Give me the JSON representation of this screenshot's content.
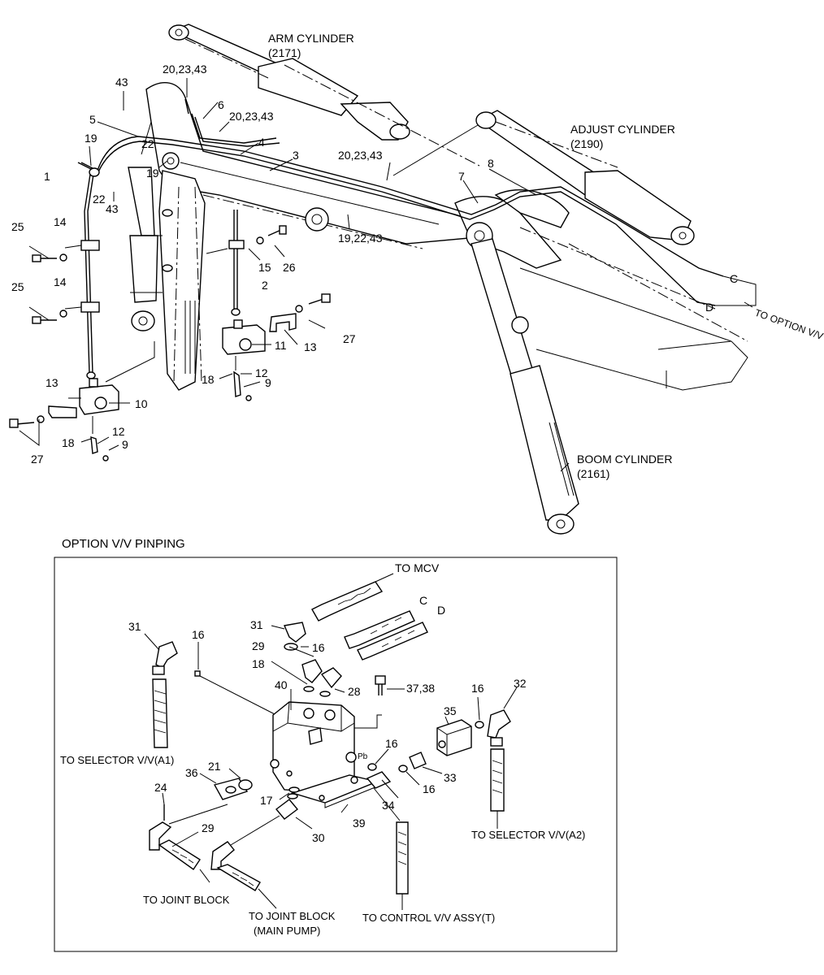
{
  "top_labels": {
    "arm_cylinder": [
      "ARM CYLINDER",
      "(2171)"
    ],
    "adjust_cylinder": [
      "ADJUST CYLINDER",
      "(2190)"
    ],
    "boom_cylinder": [
      "BOOM CYLINDER",
      "(2161)"
    ],
    "to_option": "TO OPTION V/V",
    "port_c": "C",
    "port_d": "D"
  },
  "callouts_top": {
    "c43_top": "43",
    "c20_23_43_a": "20,23,43",
    "c6": "6",
    "c20_23_43_b": "20,23,43",
    "c5": "5",
    "c19_a": "19",
    "c22_a": "22",
    "c4": "4",
    "c3": "3",
    "c20_23_43_c": "20,23,43",
    "c8": "8",
    "c7": "7",
    "c19_b": "19",
    "c1": "1",
    "c22_b": "22",
    "c43_b": "43",
    "c19_22_43": "19,22,43",
    "c25_a": "25",
    "c14_a": "14",
    "c15": "15",
    "c26": "26",
    "c2": "2",
    "c25_b": "25",
    "c14_b": "14",
    "c27_a": "27",
    "c11": "11",
    "c13_a": "13",
    "c18_a": "18",
    "c12_a": "12",
    "c9_a": "9",
    "c13_b": "13",
    "c10": "10",
    "c12_b": "12",
    "c18_b": "18",
    "c9_b": "9",
    "c27_b": "27"
  },
  "section_title": "OPTION V/V PINPING",
  "inset": {
    "to_mcv": "TO MCV",
    "port_c": "C",
    "port_d": "D",
    "c31_a": "31",
    "c16_a": "16",
    "c31_b": "31",
    "c16_b": "16",
    "c29_a": "29",
    "c18": "18",
    "c28": "28",
    "c37_38": "37,38",
    "c40": "40",
    "c16_c": "16",
    "c32": "32",
    "c35": "35",
    "to_selector_a1": "TO SELECTOR V/V(A1)",
    "c16_d": "16",
    "c36": "36",
    "c21": "21",
    "c33": "33",
    "c16_e": "16",
    "c24": "24",
    "c17": "17",
    "c34": "34",
    "c39": "39",
    "c29_b": "29",
    "c30": "30",
    "to_selector_a2": "TO SELECTOR V/V(A2)",
    "to_joint_block": "TO JOINT BLOCK",
    "to_joint_block_main": [
      "TO JOINT BLOCK",
      "(MAIN PUMP)"
    ],
    "to_control_vv": "TO CONTROL V/V ASSY(T)",
    "port_pb": "Pb"
  }
}
